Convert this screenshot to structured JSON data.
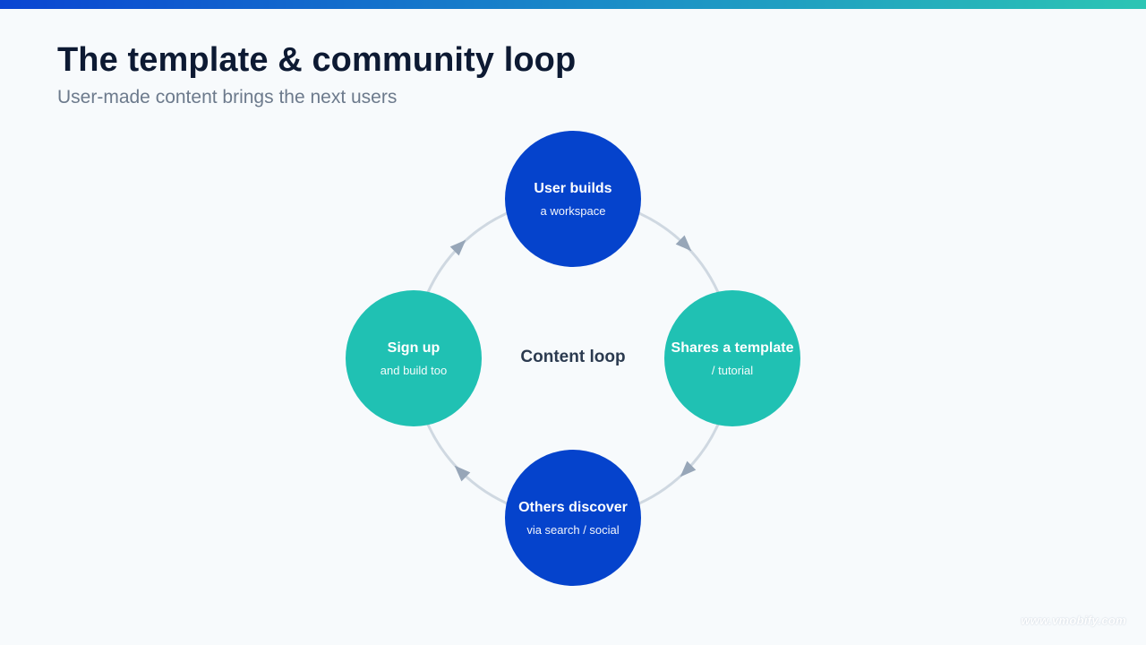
{
  "slide": {
    "title": "The template & community loop",
    "subtitle": "User-made content brings the next users",
    "watermark": "www.vmobify.com"
  },
  "diagram": {
    "center_label": "Content loop",
    "flow_direction": "clockwise",
    "nodes": [
      {
        "id": "top",
        "title": "User builds",
        "subtitle": "a workspace",
        "color": "#0543cc"
      },
      {
        "id": "right",
        "title": "Shares a template",
        "subtitle": "/ tutorial",
        "color": "#20c1b3"
      },
      {
        "id": "bottom",
        "title": "Others discover",
        "subtitle": "via search / social",
        "color": "#0543cc"
      },
      {
        "id": "left",
        "title": "Sign up",
        "subtitle": "and build too",
        "color": "#20c1b3"
      }
    ],
    "ring_color": "#cfd8e1",
    "arrow_color": "#97a6b8"
  },
  "colors": {
    "title": "#0d1a33",
    "subtitle": "#6c7a8c",
    "blue": "#0543cc",
    "teal": "#20c1b3",
    "background": "#f7fafc"
  }
}
